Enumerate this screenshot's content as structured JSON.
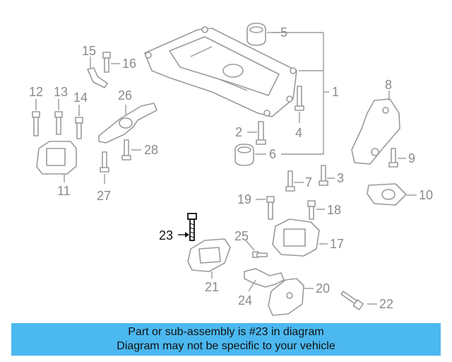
{
  "diagram": {
    "highlight_color": "#111111",
    "label_color": "#8a8a8a",
    "labels": {
      "l1": "1",
      "l2": "2",
      "l3": "3",
      "l4": "4",
      "l5": "5",
      "l6": "6",
      "l7": "7",
      "l8": "8",
      "l9": "9",
      "l10": "10",
      "l11": "11",
      "l12": "12",
      "l13": "13",
      "l14": "14",
      "l15": "15",
      "l16": "16",
      "l17": "17",
      "l18": "18",
      "l19": "19",
      "l20": "20",
      "l21": "21",
      "l22": "22",
      "l23": "23",
      "l24": "24",
      "l25": "25",
      "l26": "26",
      "l27": "27",
      "l28": "28"
    }
  },
  "banner": {
    "color": "#4cb8f0",
    "line1": "Part or sub-assembly is #23 in diagram",
    "line2": "Diagram may not be specific to your vehicle"
  }
}
